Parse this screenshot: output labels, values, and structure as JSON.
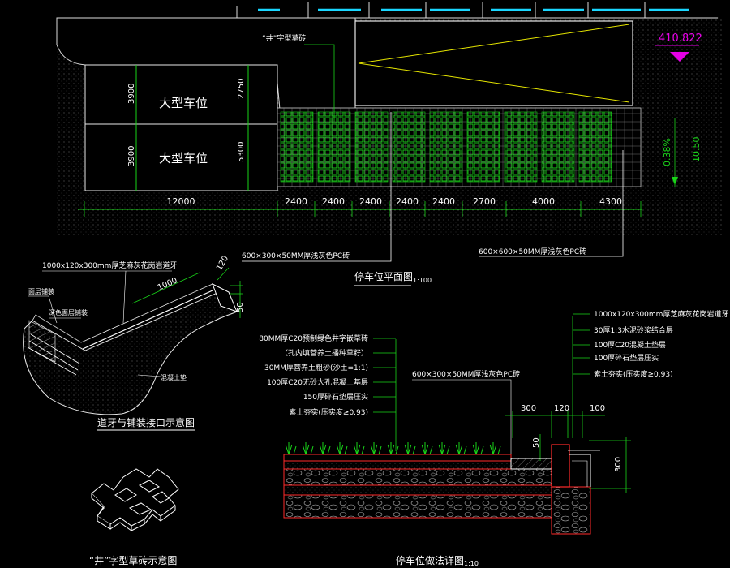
{
  "elevation": "410.822",
  "plan": {
    "stall_label": "大型车位",
    "stall_depth": "3900",
    "dim_2750": "2750",
    "dim_5300": "5300",
    "grass_brick_label": "“井”字型草砖",
    "widths": [
      "12000",
      "2400",
      "2400",
      "2400",
      "2400",
      "2400",
      "2700",
      "4000",
      "4300"
    ],
    "slope": "0.38%",
    "slope_len": "10.50",
    "note_left": "600×300×50MM厚浅灰色PC砖",
    "note_right": "600×600×50MM厚浅灰色PC砖",
    "title": "停车位平面图",
    "scale": "1:100"
  },
  "curb": {
    "top_note": "1000x120x300mm厚芝麻灰花岗岩道牙",
    "dim_1000": "1000",
    "dim_120": "120",
    "dim_50": "50",
    "label_surface": "面层铺装",
    "label_base": "深色面层铺装",
    "label_bottom": "混凝土垫",
    "title": "道牙与铺装接口示意图"
  },
  "grassbrick": {
    "title": "“井”字型草砖示意图"
  },
  "section": {
    "left_layers": [
      "80MM厚C20预制绿色井字嵌草砖",
      "（孔内填营养土播种草籽）",
      "30MM厚营养土粗砂(沙土=1:1)",
      "100厚C20无砂大孔混凝土基层",
      "150厚碎石垫层压实",
      "素土夯实(压实度≥0.93)"
    ],
    "right_layers": [
      "1000x120x300mm厚芝麻灰花岗岩道牙",
      "30厚1:3水泥砂浆结合层",
      "100厚C20混凝土垫层",
      "100厚碎石垫层压实",
      "素土夯实(压实度≥0.93)"
    ],
    "pc_note": "600×300×50MM厚浅灰色PC砖",
    "dim_300": "300",
    "dim_120": "120",
    "dim_100": "100",
    "dim_50": "50",
    "dim_300v": "300",
    "title": "停车位做法详图",
    "scale": "1:10"
  }
}
